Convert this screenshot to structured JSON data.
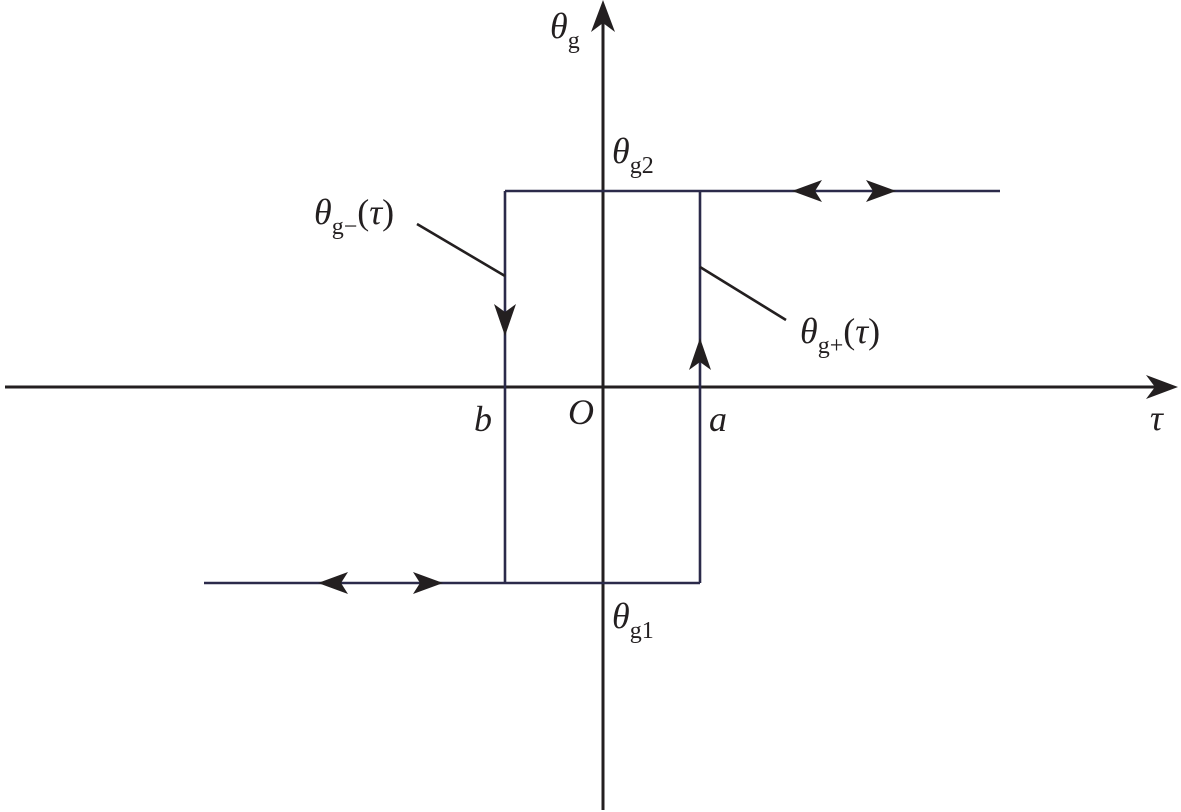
{
  "labels": {
    "y_axis": {
      "symbol": "θ",
      "sub": "g"
    },
    "x_axis": "τ",
    "origin": "O",
    "point_a": "a",
    "point_b": "b",
    "theta_g2": {
      "symbol": "θ",
      "sub": "g2"
    },
    "theta_g1": {
      "symbol": "θ",
      "sub": "g1"
    },
    "theta_g_minus": {
      "symbol": "θ",
      "sub": "g−",
      "open": "(",
      "arg": "τ",
      "close": ")"
    },
    "theta_g_plus": {
      "symbol": "θ",
      "sub": "g+",
      "open": "(",
      "arg": "τ",
      "close": ")"
    }
  },
  "colors": {
    "ink": "#231f20",
    "loop": "#2b2a4a",
    "background": "#ffffff"
  }
}
